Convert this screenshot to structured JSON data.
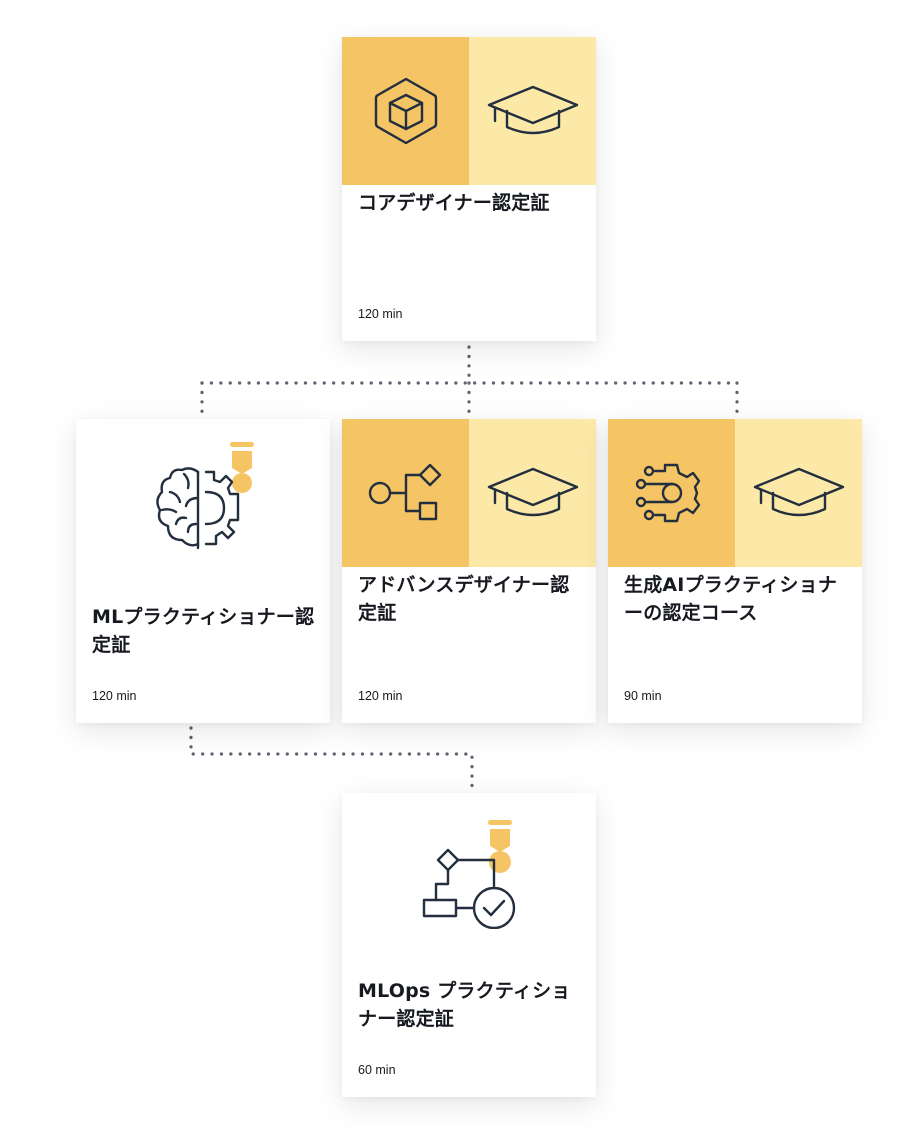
{
  "colors": {
    "header_dark": "#f5c565",
    "header_light": "#fce8a7",
    "icon_stroke": "#232f3e",
    "medal": "#f5c565",
    "connector": "#5f6270",
    "card_bg": "#ffffff"
  },
  "cards": [
    {
      "id": "core-designer",
      "title": "コアデザイナー認定証",
      "duration": "120 min",
      "icon": "cube-hexagon-icon",
      "type_icon": "graduation-cap-icon",
      "style": "course"
    },
    {
      "id": "ml-practitioner",
      "title": "MLプラクティショナー認定証",
      "duration": "120 min",
      "icon": "brain-gear-icon",
      "type_icon": "medal-icon",
      "style": "badge"
    },
    {
      "id": "advanced-designer",
      "title": "アドバンスデザイナー認定証",
      "duration": "120 min",
      "icon": "flow-branch-icon",
      "type_icon": "graduation-cap-icon",
      "style": "course"
    },
    {
      "id": "genai-practitioner",
      "title": "生成AIプラクティショナーの認定コース",
      "duration": "90 min",
      "icon": "circuit-gear-icon",
      "type_icon": "graduation-cap-icon",
      "style": "course"
    },
    {
      "id": "mlops-practitioner",
      "title": "MLOps プラクティショナー認定証",
      "duration": "60 min",
      "icon": "workflow-check-icon",
      "type_icon": "medal-icon",
      "style": "badge"
    }
  ],
  "connections": [
    {
      "from": "core-designer",
      "to": "ml-practitioner"
    },
    {
      "from": "core-designer",
      "to": "advanced-designer"
    },
    {
      "from": "core-designer",
      "to": "genai-practitioner"
    },
    {
      "from": "ml-practitioner",
      "to": "mlops-practitioner"
    }
  ]
}
